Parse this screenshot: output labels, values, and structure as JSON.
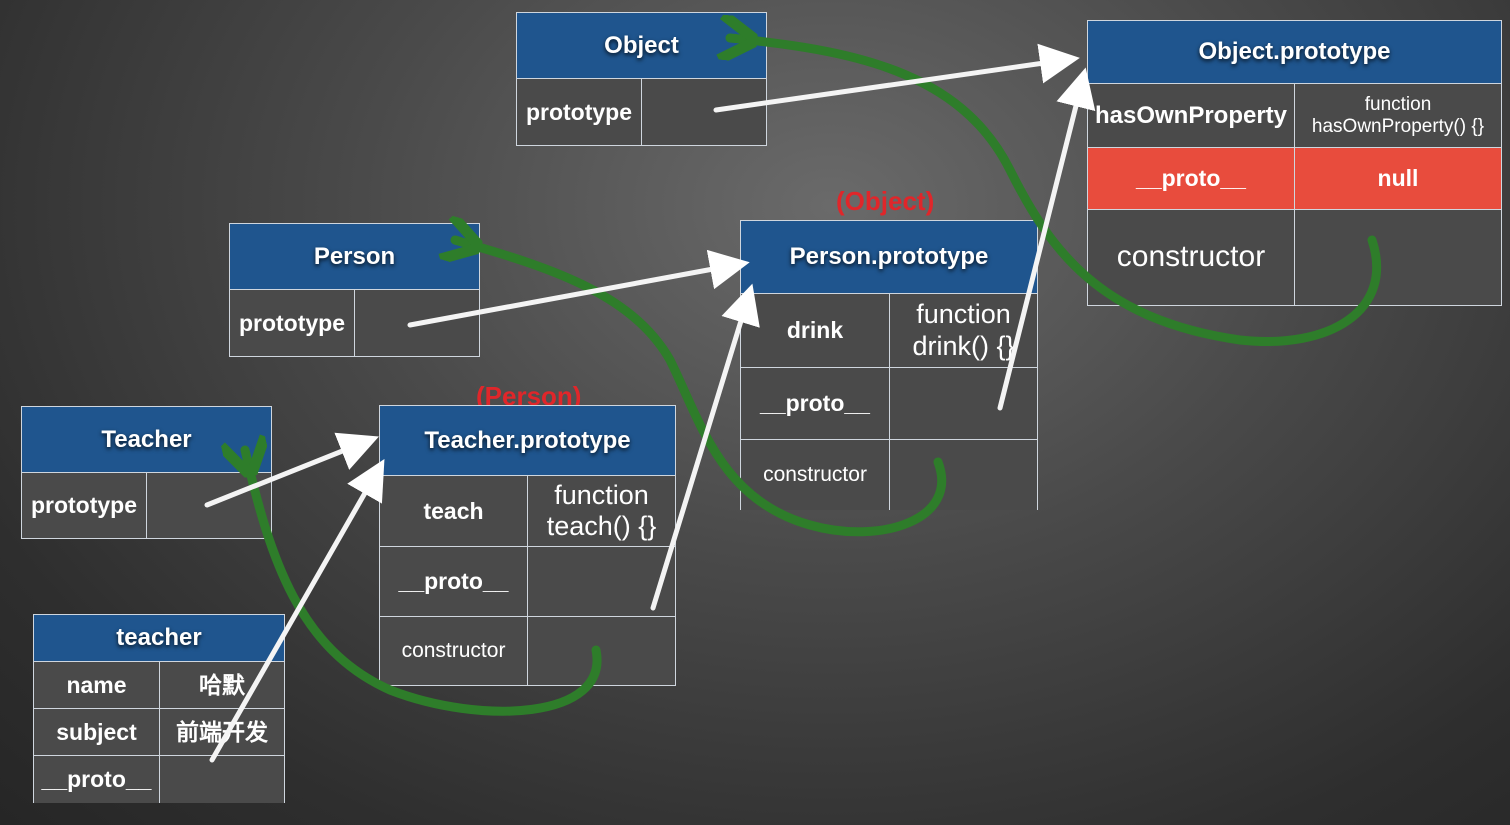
{
  "object": {
    "title": "Object",
    "rows": [
      {
        "key": "prototype",
        "value": ""
      }
    ]
  },
  "object_prototype": {
    "title": "Object.prototype",
    "rows": [
      {
        "key": "hasOwnProperty",
        "value": "function hasOwnProperty() {}"
      },
      {
        "key": "__proto__",
        "value": "null"
      },
      {
        "key": "constructor",
        "value": ""
      }
    ]
  },
  "person": {
    "title": "Person",
    "rows": [
      {
        "key": "prototype",
        "value": ""
      }
    ]
  },
  "person_prototype": {
    "note": "(Object)",
    "title": "Person.prototype",
    "rows": [
      {
        "key": "drink",
        "value": "function drink() {}"
      },
      {
        "key": "__proto__",
        "value": ""
      },
      {
        "key": "constructor",
        "value": ""
      }
    ]
  },
  "teacher_ctor": {
    "title": "Teacher",
    "rows": [
      {
        "key": "prototype",
        "value": ""
      }
    ]
  },
  "teacher_prototype": {
    "note": "(Person)",
    "title": "Teacher.prototype",
    "rows": [
      {
        "key": "teach",
        "value": "function teach() {}"
      },
      {
        "key": "__proto__",
        "value": ""
      },
      {
        "key": "constructor",
        "value": ""
      }
    ]
  },
  "teacher_instance": {
    "title": "teacher",
    "rows": [
      {
        "key": "name",
        "value": "哈默"
      },
      {
        "key": "subject",
        "value": "前端开发"
      },
      {
        "key": "__proto__",
        "value": ""
      }
    ]
  },
  "colors": {
    "header": "#1f558e",
    "null_row": "#e84c3d",
    "green_arrow": "#2e7d2a",
    "note": "#e0262a"
  }
}
